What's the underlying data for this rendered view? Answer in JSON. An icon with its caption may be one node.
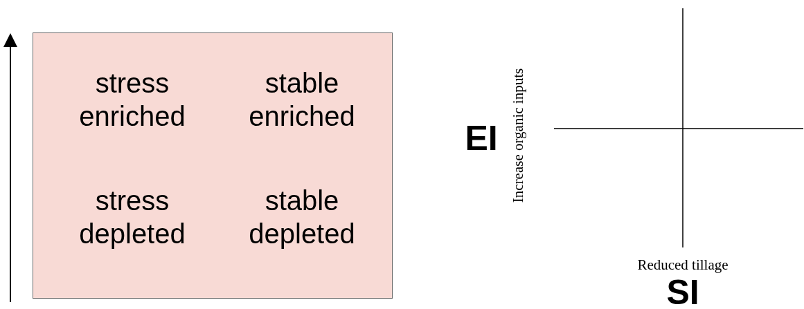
{
  "diagram": {
    "nodes": [
      {
        "text": [
          "stress enriched",
          "stable enriched",
          "stress depleted",
          "stable depleted"
        ]
      }
    ],
    "labels": [
      "EI",
      "Increase organic inputs",
      "Reduced tillage",
      "SI"
    ]
  }
}
